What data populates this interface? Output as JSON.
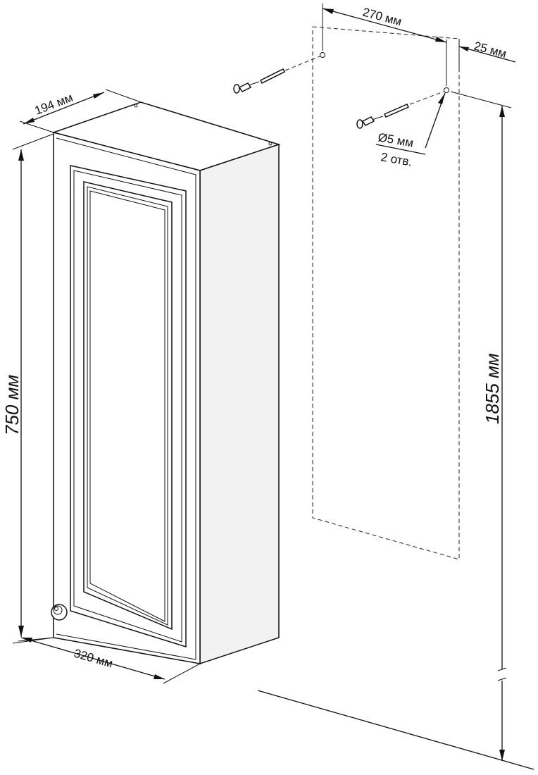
{
  "dimensions": {
    "depth": "194 мм",
    "height": "750 мм",
    "width": "320 мм",
    "hole_spacing": "270 мм",
    "edge_offset": "25 мм",
    "mount_height": "1855 мм",
    "hole_diameter": "Ø5 мм",
    "hole_count": "2 отв."
  },
  "colors": {
    "line": "#111111",
    "background": "#ffffff"
  }
}
